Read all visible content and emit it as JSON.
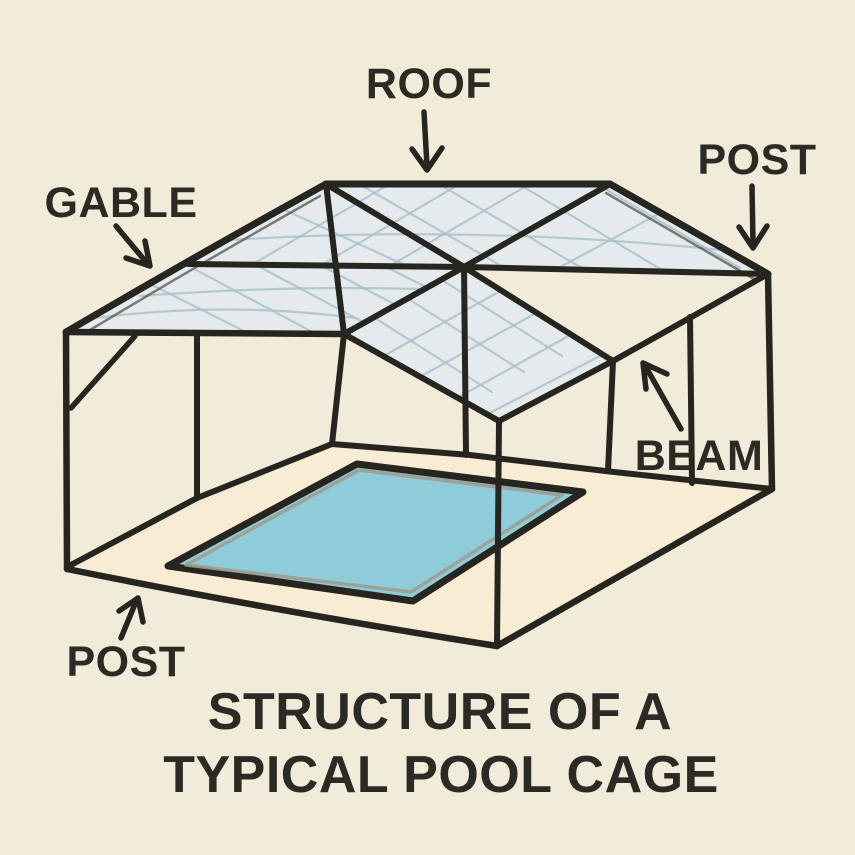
{
  "diagram": {
    "title": {
      "line1": "STRUCTURE OF A",
      "line2": "TYPICAL POOL CAGE"
    },
    "labels": {
      "roof": "ROOF",
      "post_top": "POST",
      "gable": "GABLE",
      "beam": "BEAM",
      "post_bottom": "POST"
    },
    "colors": {
      "background": "#f1ecd9",
      "line": "#26251f",
      "text": "#2b2a25",
      "mesh_panel": "#e4eaee",
      "mesh_grid": "#a9bfc9",
      "deck": "#f8ecd4",
      "pool_water": "#8fccd9",
      "pool_waterline": "#a09a8b"
    }
  }
}
